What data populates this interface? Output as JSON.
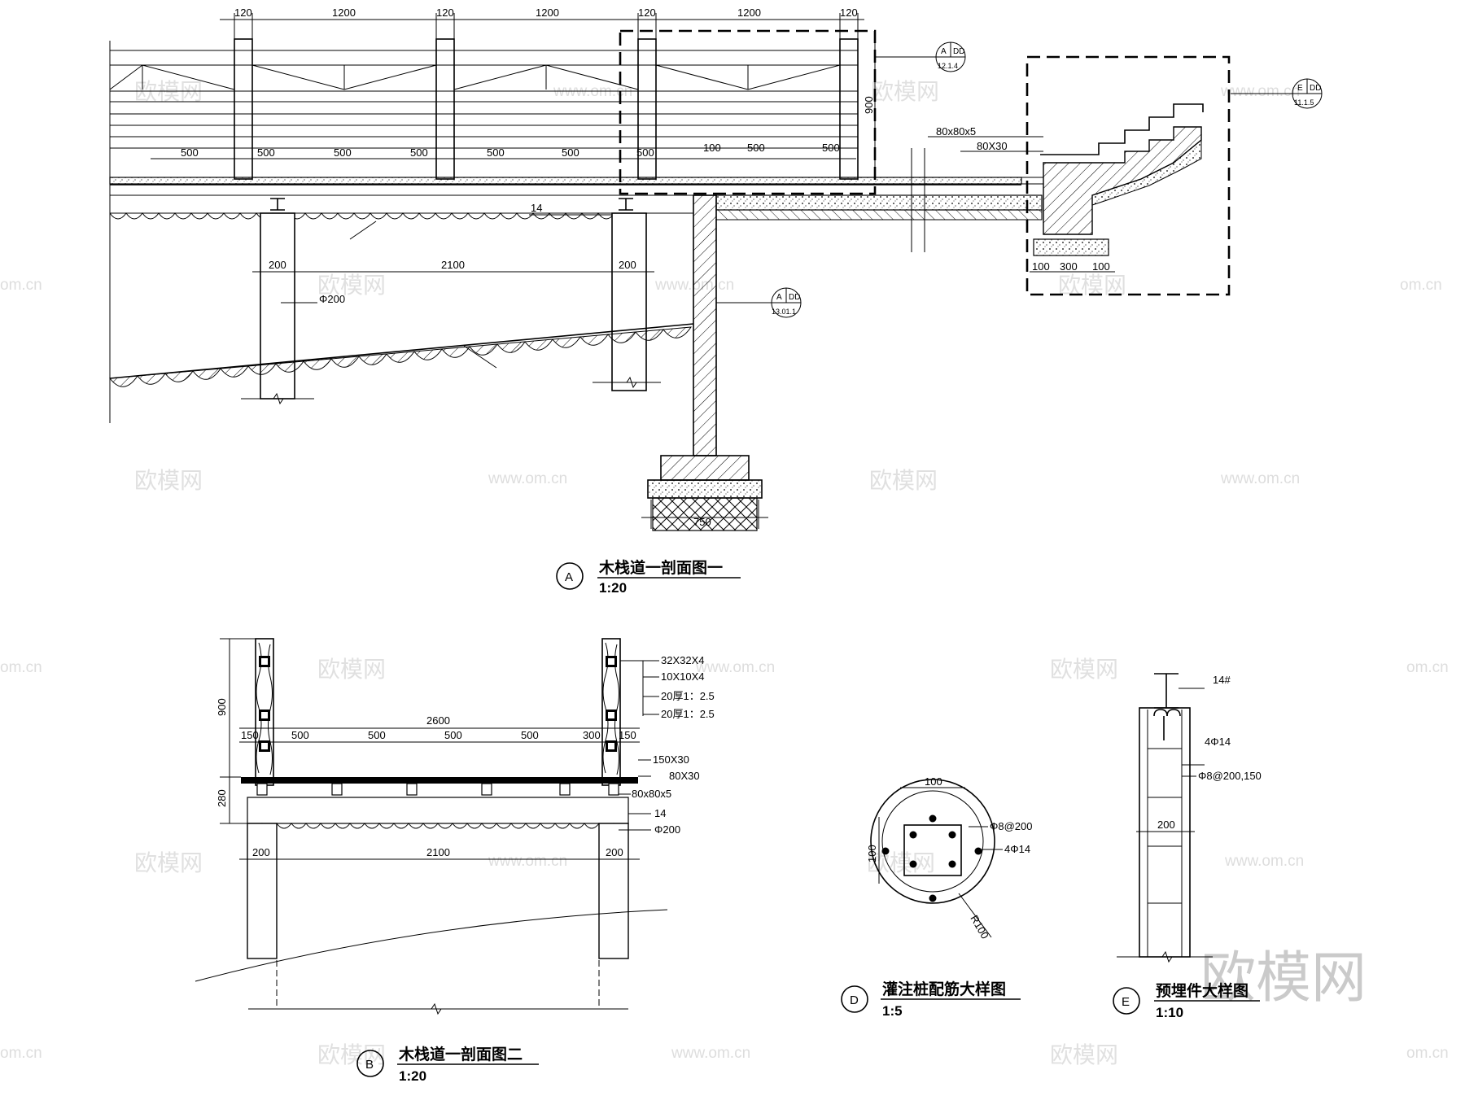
{
  "section_a": {
    "letter": "A",
    "title": "木栈道一剖面图一",
    "scale": "1:20",
    "top_dims": [
      "120",
      "1200",
      "120",
      "1200",
      "120",
      "1200",
      "120"
    ],
    "post_spacing": [
      "500",
      "500",
      "500",
      "500",
      "500",
      "500",
      "500",
      "100",
      "500",
      "500"
    ],
    "height": "900",
    "pile_width_left": "200",
    "pile_spacing": "2100",
    "pile_width_right": "200",
    "footing_width": "750",
    "callout_a1": {
      "letter": "A",
      "ref": "DD",
      "sheet": "12.1.4"
    },
    "callout_e": {
      "letter": "E",
      "ref": "DD",
      "sheet": "11.1.5"
    },
    "callout_a2": {
      "letter": "A",
      "ref": "DD",
      "sheet": "13.01.1"
    },
    "steel_angle": "80x80x5",
    "joist": "80X30",
    "i_beam": "14",
    "pile": "Φ200",
    "step_dims": [
      "100",
      "300",
      "100"
    ]
  },
  "section_b": {
    "letter": "B",
    "title": "木栈道一剖面图二",
    "scale": "1:20",
    "height": "900",
    "deck_height": "280",
    "span": "2600",
    "bays": [
      "150",
      "500",
      "500",
      "500",
      "500",
      "300",
      "150"
    ],
    "pile_width_left": "200",
    "pile_spacing": "2100",
    "pile_width_right": "200",
    "notes": [
      "32X32X4",
      "10X10X4",
      "20厚1：2.5",
      "20厚1：2.5",
      "150X30",
      "80X30",
      "80x80x5",
      "14",
      "Φ200"
    ]
  },
  "detail_d": {
    "letter": "D",
    "title": "灌注桩配筋大样图",
    "scale": "1:5",
    "top_dim": "100",
    "side_dim": "100",
    "radius": "R100",
    "notes": [
      "Φ8@200",
      "4Φ14"
    ]
  },
  "detail_e": {
    "letter": "E",
    "title": "预埋件大样图",
    "scale": "1:10",
    "width": "200",
    "notes": [
      "14#",
      "4Φ14",
      "Φ8@200,150"
    ]
  },
  "watermarks": {
    "brand": "欧模网",
    "url": "www.om.cn",
    "url_partial": "om.cn",
    "logo": "欧模网"
  }
}
